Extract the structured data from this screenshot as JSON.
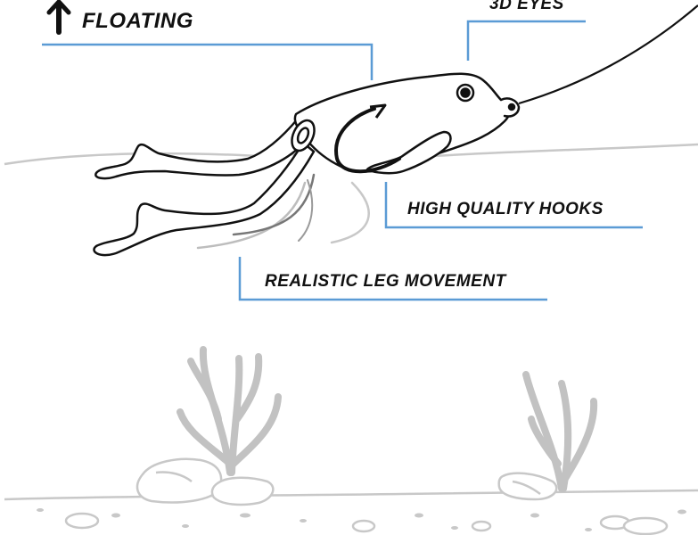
{
  "labels": {
    "floating": "FLOATING",
    "eyes": "3D EYES",
    "hooks": "HIGH QUALITY HOOKS",
    "legs": "REALISTIC LEG MOVEMENT"
  },
  "colors": {
    "callout_line": "#5b9bd5",
    "outline": "#111111",
    "water_line": "#c8c8c8",
    "seabed": "#c8c8c8",
    "weed": "#c2c2c2",
    "label_text": "#111111"
  },
  "icons": {
    "floating_arrow": "up-arrow-icon"
  }
}
